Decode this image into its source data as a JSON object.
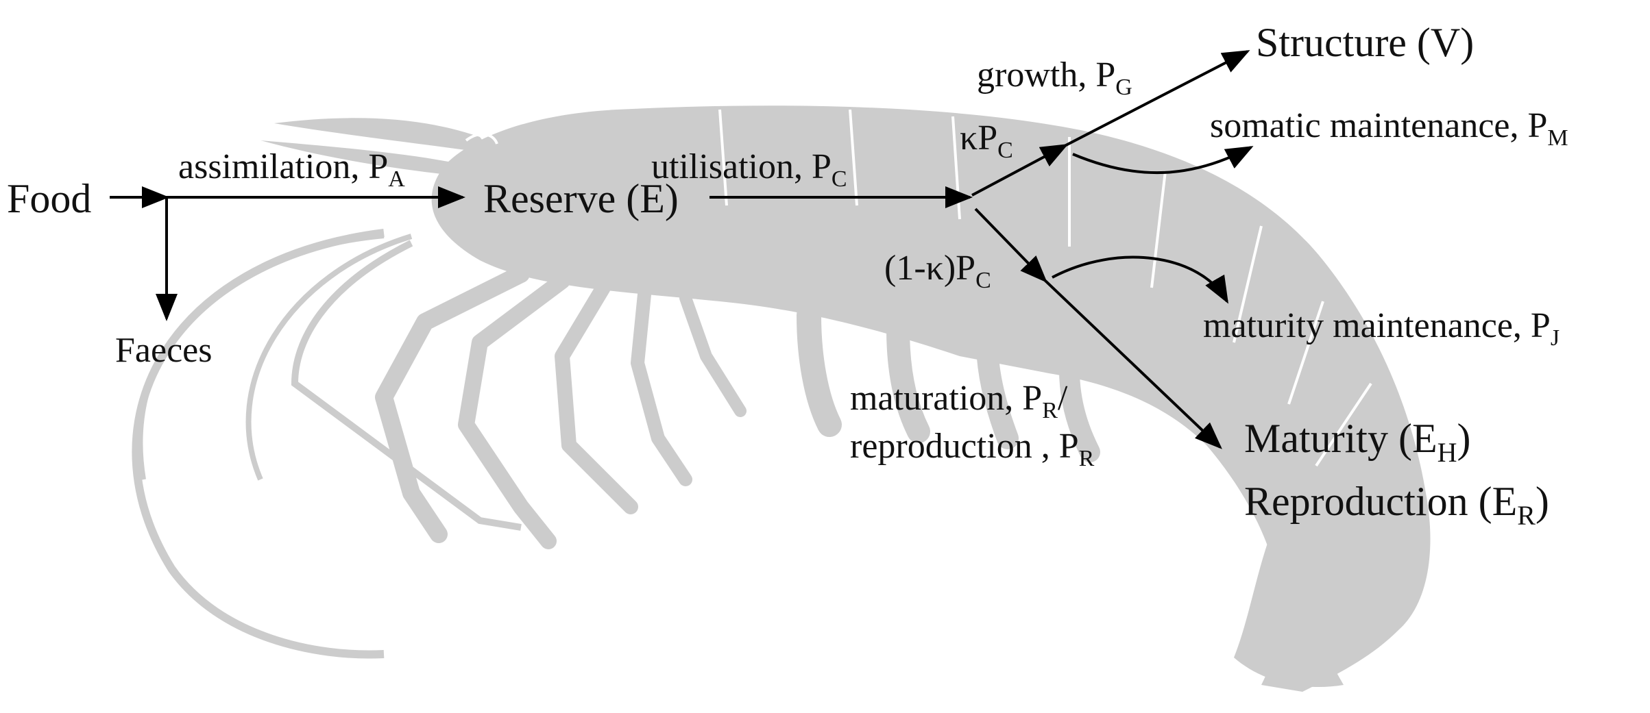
{
  "colors": {
    "silhouette": "#cccccc",
    "arrow": "#000000",
    "text": "#111111"
  },
  "icons": {
    "silhouette": "shrimp-silhouette-icon"
  },
  "labels": {
    "food": "Food",
    "faeces": "Faeces",
    "reserve": "Reserve (E)",
    "structure": "Structure (V)",
    "maturity_main": "Maturity (E",
    "maturity_sub": "H",
    "maturity_close": ")",
    "reproduction_main": "Reproduction (E",
    "reproduction_sub": "R",
    "reproduction_close": ")"
  },
  "flows": {
    "assimilation": {
      "text": "assimilation, P",
      "sub": "A"
    },
    "utilisation": {
      "text": "utilisation, P",
      "sub": "C"
    },
    "growth": {
      "text": "growth, P",
      "sub": "G"
    },
    "kappa": {
      "text": "κP",
      "sub": "C"
    },
    "one_minus_kappa": {
      "text": "(1-κ)P",
      "sub": "C"
    },
    "somatic": {
      "text": "somatic maintenance, P",
      "sub": "M"
    },
    "maturity_maint": {
      "text": "maturity maintenance, P",
      "sub": "J"
    },
    "maturation": {
      "text": "maturation, P",
      "sub": "R",
      "after": "/"
    },
    "reproduction_flow": {
      "text": "reproduction , P",
      "sub": "R"
    }
  }
}
